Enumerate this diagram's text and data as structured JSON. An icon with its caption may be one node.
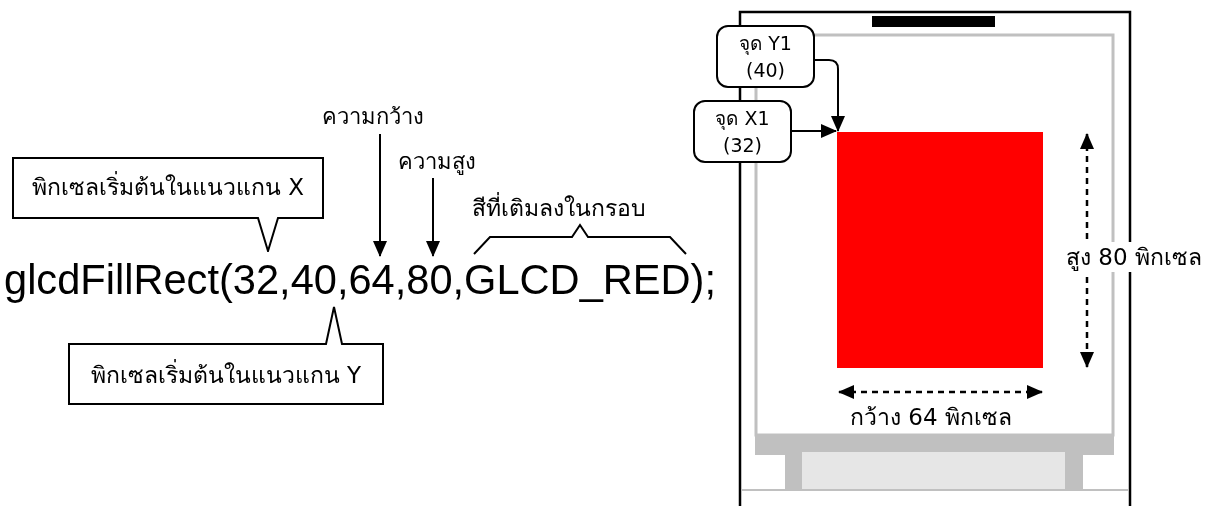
{
  "diagram": {
    "nodes": [
      {
        "text": [
          "พิกเซลเริ่มต้นในแนวแกน X"
        ]
      },
      {
        "text": [
          "glcdFillRect(32,40,64,80,GLCD_RED);"
        ]
      },
      {
        "text": [
          "พิกเซลเริ่มต้นในแนวแกน Y"
        ]
      },
      {
        "text": [
          "ความกว้าง"
        ]
      },
      {
        "text": [
          "ความสูง"
        ]
      },
      {
        "text": [
          "จุด Y1 (40)"
        ]
      },
      {
        "text": [
          "จุด X1 (32)"
        ]
      },
      {
        "text": [],
        "shape": "box"
      }
    ],
    "edges": [
      {
        "from": 3,
        "to": 1,
        "arrow": "to"
      },
      {
        "from": 4,
        "to": 1,
        "arrow": "to"
      },
      {
        "from": 5,
        "to": 7,
        "arrow": "to"
      },
      {
        "from": 6,
        "to": 7,
        "arrow": "to"
      }
    ],
    "labels": [
      "สีที่เติมลงในกรอบ",
      "สูง 80 พิกเซล",
      "กว้าง 64 พิกเซล"
    ]
  }
}
